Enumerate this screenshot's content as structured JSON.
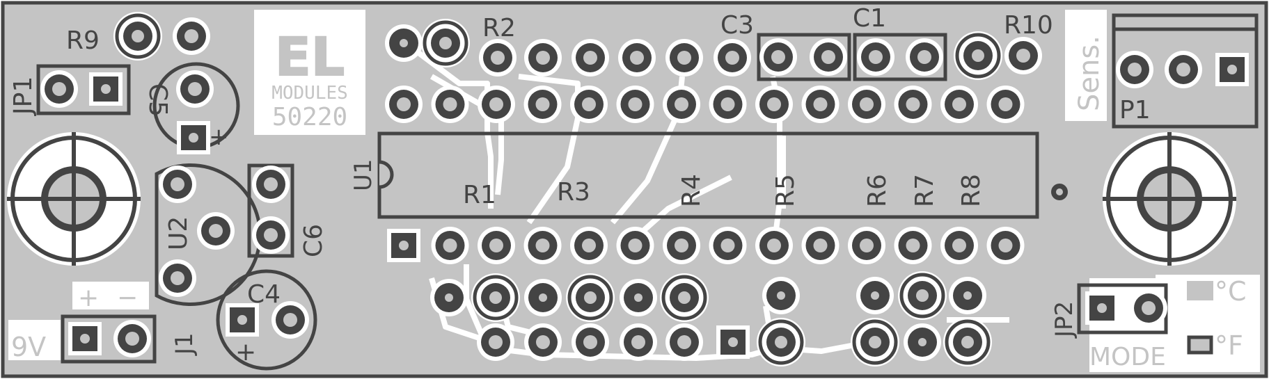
{
  "colors": {
    "board": "#c4c4c4",
    "copper": "#444444",
    "silkscreen": "#444444",
    "clearance": "#ffffff",
    "background": "#ffffff"
  },
  "logo": {
    "mark": "EL",
    "line1": "MODULES",
    "line2": "50220"
  },
  "labels": {
    "r9": "R9",
    "r2": "R2",
    "c3": "C3",
    "c1": "C1",
    "r10": "R10",
    "sens": "Sens.",
    "p1": "P1",
    "jp1": "JP1",
    "c5": "C5",
    "u1": "U1",
    "r1": "R1",
    "r3": "R3",
    "r4": "R4",
    "r5": "R5",
    "r6": "R6",
    "r7": "R7",
    "r8": "R8",
    "u2": "U2",
    "c6": "C6",
    "c4": "C4",
    "j1": "J1",
    "jp2": "JP2",
    "plus": "+",
    "minus": "−",
    "nine_v": "9V",
    "mode": "MODE",
    "deg_c": "°C",
    "deg_f": "°F"
  }
}
